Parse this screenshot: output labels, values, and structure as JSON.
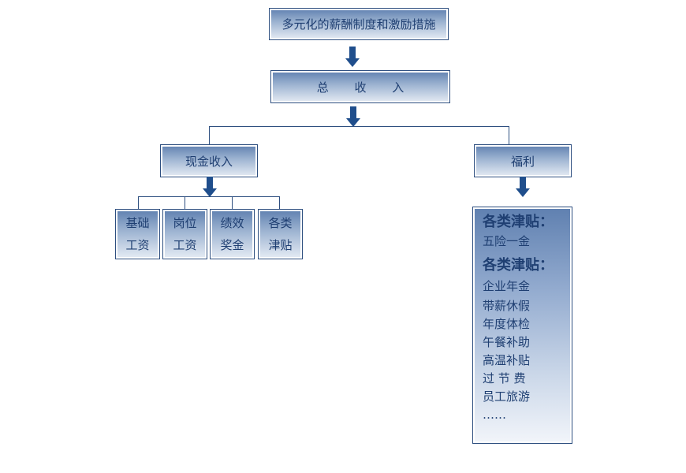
{
  "top_title": "多元化的薪酬制度和激励措施",
  "total_income": "总 收 入",
  "cash_income": "现金收入",
  "benefits": "福利",
  "cash_items": [
    {
      "line1": "基础",
      "line2": "工资"
    },
    {
      "line1": "岗位",
      "line2": "工资"
    },
    {
      "line1": "绩效",
      "line2": "奖金"
    },
    {
      "line1": "各类",
      "line2": "津贴"
    }
  ],
  "welfare": {
    "heading1": "各类津贴：",
    "group1": [
      "五险一金"
    ],
    "heading2": "各类津贴：",
    "group2": [
      "企业年金",
      "带薪休假",
      "年度体检",
      "午餐补助",
      "高温补贴",
      "过 节 费",
      "员工旅游",
      "……"
    ]
  },
  "colors": {
    "border": "#2e4f80",
    "text": "#1f3f72",
    "arrow": "#1f4e8c"
  }
}
